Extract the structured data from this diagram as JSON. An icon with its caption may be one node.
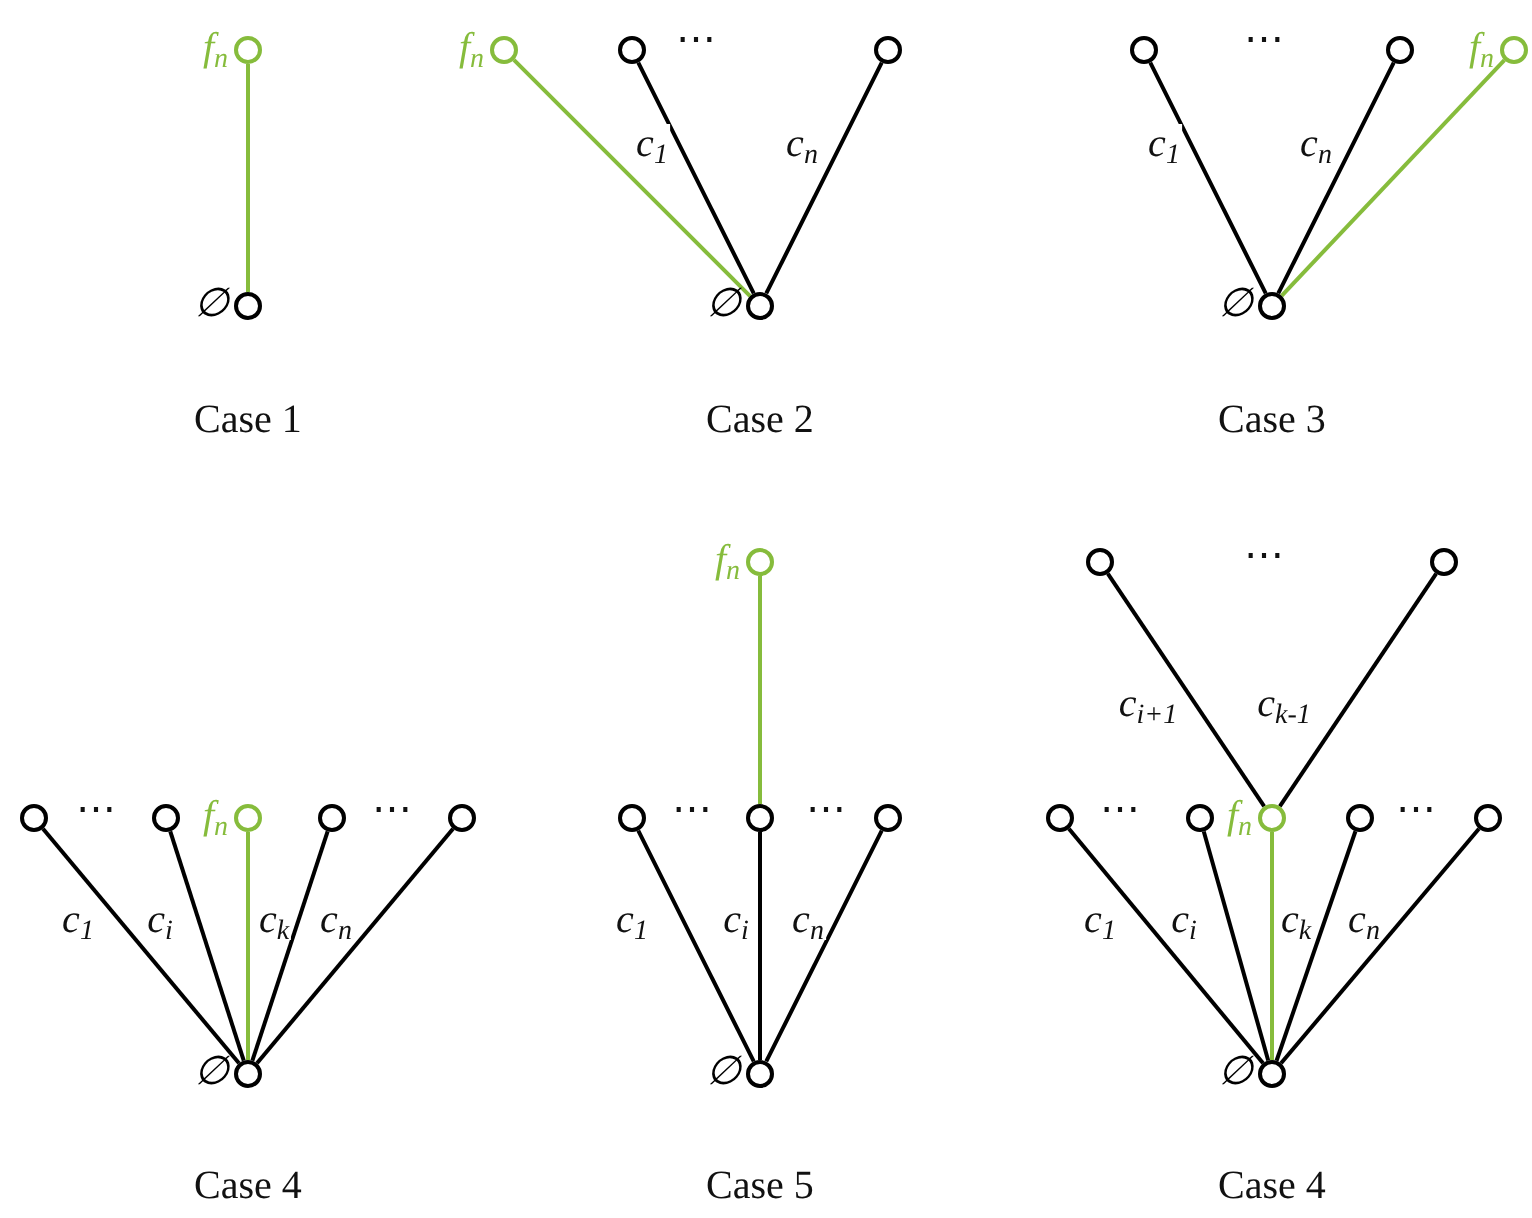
{
  "diagram": {
    "nodes": [
      {
        "text": [],
        "shape": "circle",
        "beside": [
          "f$_{n}$"
        ]
      },
      {
        "text": [],
        "shape": "circle",
        "beside": [
          "∅"
        ]
      },
      {
        "text": [],
        "shape": "circle",
        "beside": [
          "f$_{n}$"
        ]
      },
      {
        "text": [],
        "shape": "circle"
      },
      {
        "text": [],
        "shape": "circle"
      },
      {
        "text": [],
        "shape": "circle",
        "beside": [
          "∅"
        ]
      },
      {
        "text": [],
        "shape": "circle"
      },
      {
        "text": [],
        "shape": "circle"
      },
      {
        "text": [],
        "shape": "circle",
        "beside": [
          "f$_{n}$"
        ]
      },
      {
        "text": [],
        "shape": "circle",
        "beside": [
          "∅"
        ]
      },
      {
        "text": [],
        "shape": "circle"
      },
      {
        "text": [],
        "shape": "circle"
      },
      {
        "text": [],
        "shape": "circle",
        "beside": [
          "f$_{n}$"
        ]
      },
      {
        "text": [],
        "shape": "circle"
      },
      {
        "text": [],
        "shape": "circle"
      },
      {
        "text": [],
        "shape": "circle",
        "beside": [
          "∅"
        ]
      },
      {
        "text": [],
        "shape": "circle",
        "beside": [
          "f$_{n}$"
        ]
      },
      {
        "text": [],
        "shape": "circle"
      },
      {
        "text": [],
        "shape": "circle"
      },
      {
        "text": [],
        "shape": "circle"
      },
      {
        "text": [],
        "shape": "circle",
        "beside": [
          "∅"
        ]
      },
      {
        "text": [],
        "shape": "circle"
      },
      {
        "text": [],
        "shape": "circle"
      },
      {
        "text": [],
        "shape": "circle"
      },
      {
        "text": [],
        "shape": "circle"
      },
      {
        "text": [],
        "shape": "circle",
        "beside": [
          "f$_{n}$"
        ]
      },
      {
        "text": [],
        "shape": "circle"
      },
      {
        "text": [],
        "shape": "circle"
      },
      {
        "text": [],
        "shape": "circle",
        "beside": [
          "∅"
        ]
      }
    ],
    "edges": [
      {
        "from": 1,
        "to": 0,
        "arrow": "none",
        "color": "#86bc3c"
      },
      {
        "from": 5,
        "to": 2,
        "arrow": "none",
        "color": "#86bc3c"
      },
      {
        "from": 5,
        "to": 3,
        "arrow": "none",
        "label": "c$_{1}$"
      },
      {
        "from": 5,
        "to": 4,
        "arrow": "none",
        "label": "c$_{n}$"
      },
      {
        "from": 9,
        "to": 6,
        "arrow": "none",
        "label": "c$_{1}$"
      },
      {
        "from": 9,
        "to": 7,
        "arrow": "none",
        "label": "c$_{n}$"
      },
      {
        "from": 9,
        "to": 8,
        "arrow": "none",
        "color": "#86bc3c"
      },
      {
        "from": 15,
        "to": 10,
        "arrow": "none",
        "label": "c$_{1}$"
      },
      {
        "from": 15,
        "to": 11,
        "arrow": "none",
        "label": "c$_{i}$"
      },
      {
        "from": 15,
        "to": 12,
        "arrow": "none",
        "label": "c$_{k}$",
        "color": "#86bc3c"
      },
      {
        "from": 15,
        "to": 13,
        "arrow": "none",
        "label": "c$_{n}$"
      },
      {
        "from": 15,
        "to": 14,
        "arrow": "none"
      },
      {
        "from": 20,
        "to": 17,
        "arrow": "none",
        "label": "c$_{1}$"
      },
      {
        "from": 20,
        "to": 18,
        "arrow": "none",
        "label": "c$_{i}$"
      },
      {
        "from": 20,
        "to": 19,
        "arrow": "none",
        "label": "c$_{n}$"
      },
      {
        "from": 18,
        "to": 16,
        "arrow": "none",
        "color": "#86bc3c"
      },
      {
        "from": 25,
        "to": 21,
        "arrow": "none",
        "label": "c$_{i+1}$"
      },
      {
        "from": 25,
        "to": 22,
        "arrow": "none",
        "label": "c$_{k-1}$"
      },
      {
        "from": 28,
        "to": 23,
        "arrow": "none",
        "label": "c$_{1}$"
      },
      {
        "from": 28,
        "to": 24,
        "arrow": "none",
        "label": "c$_{i}$"
      },
      {
        "from": 28,
        "to": 25,
        "arrow": "none",
        "label": "c$_{k}$",
        "color": "#86bc3c"
      },
      {
        "from": 28,
        "to": 26,
        "arrow": "none",
        "label": "c$_{n}$"
      },
      {
        "from": 28,
        "to": 27,
        "arrow": "none"
      }
    ],
    "labels": [
      "⋯",
      "⋯",
      "Case 1",
      "Case 2",
      "Case 3",
      "⋯",
      "⋯",
      "⋯",
      "⋯",
      "⋯",
      "⋯",
      "⋯",
      "Case 4",
      "Case 5",
      "Case 4"
    ]
  }
}
